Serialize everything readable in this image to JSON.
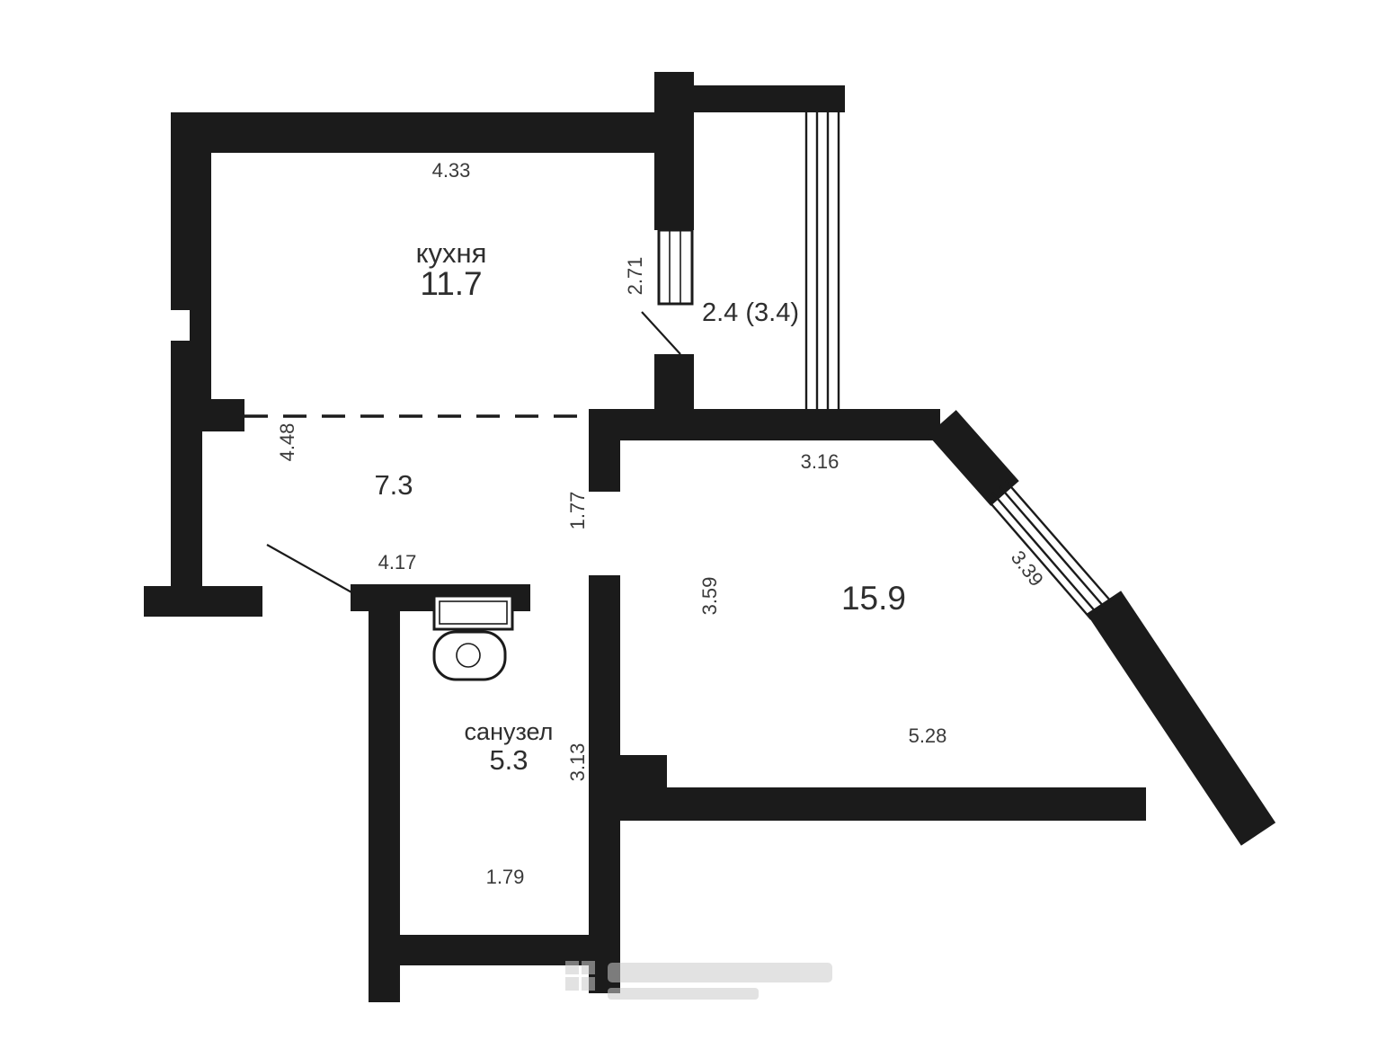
{
  "plan": {
    "colors": {
      "wall": "#1b1b1b",
      "background": "#ffffff",
      "dimension_text": "#3a3a3a",
      "area_text": "#2e2e2e",
      "watermark": "#cccccc"
    },
    "rooms": {
      "kitchen": {
        "label": "кухня",
        "area": "11.7"
      },
      "hallway": {
        "area": "7.3"
      },
      "bathroom": {
        "label": "санузел",
        "area": "5.3"
      },
      "living_room": {
        "area": "15.9"
      },
      "balcony": {
        "area": "2.4 (3.4)"
      }
    },
    "dimensions": {
      "kitchen_width": "4.33",
      "balcony_doorway": "2.71",
      "kitchen_depth": "4.48",
      "living_wall_segment": "1.77",
      "living_top_width": "3.16",
      "living_left_depth": "3.59",
      "bay_window_length": "3.39",
      "hall_width": "4.17",
      "bathroom_depth": "3.13",
      "living_bottom_width": "5.28",
      "bathroom_width": "1.79"
    }
  }
}
